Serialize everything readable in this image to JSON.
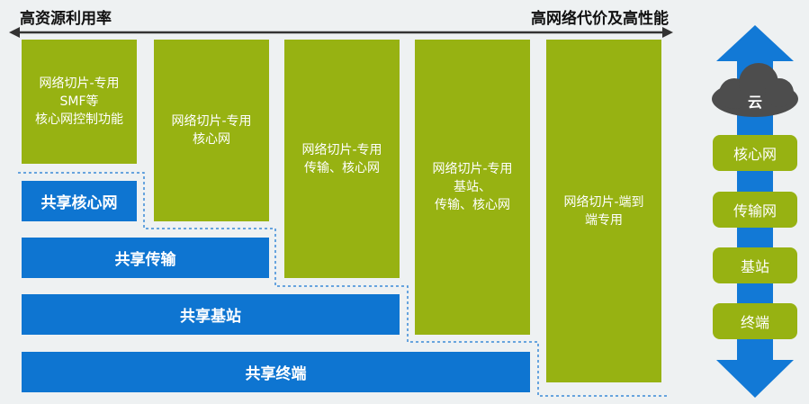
{
  "header": {
    "left_label": "高资源利用率",
    "right_label": "高网络代价及高性能"
  },
  "slices": [
    "网络切片-专用\nSMF等\n核心网控制功能",
    "网络切片-专用\n核心网",
    "网络切片-专用\n传输、核心网",
    "网络切片-专用\n基站、\n传输、核心网",
    "网络切片-端到\n端专用"
  ],
  "shared": [
    "共享核心网",
    "共享传输",
    "共享基站",
    "共享终端"
  ],
  "stack": {
    "cloud": "云",
    "layers": [
      "核心网",
      "传输网",
      "基站",
      "终端"
    ]
  },
  "colors": {
    "green": "#97b212",
    "blue": "#0e75d1",
    "cloud": "#4d4d4d"
  }
}
